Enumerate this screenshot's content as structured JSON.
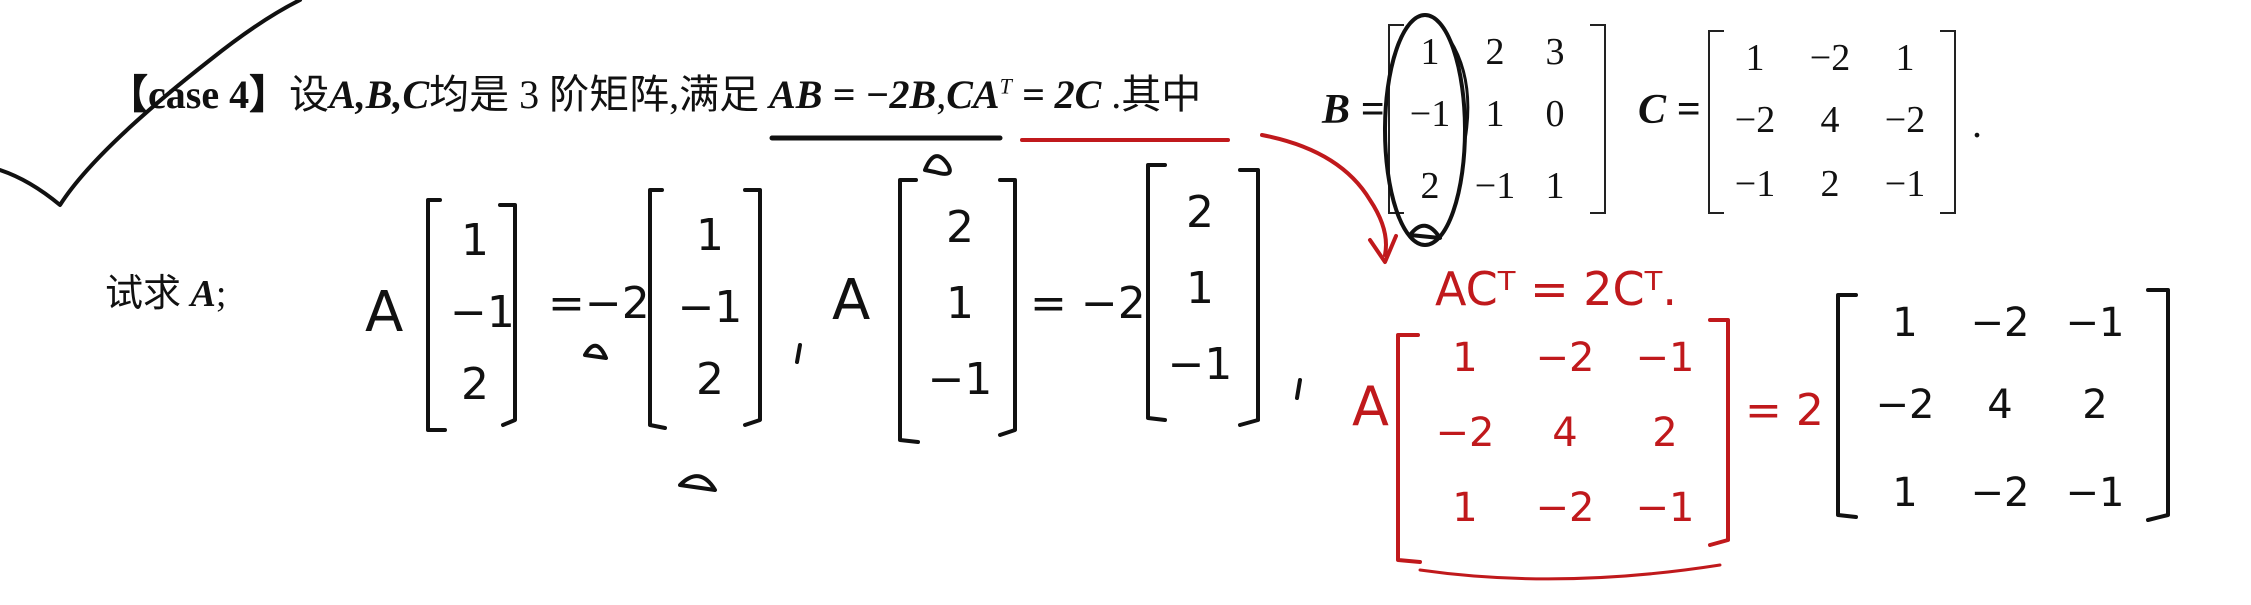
{
  "problem": {
    "case_label": "【case 4】",
    "intro": "设",
    "vars": "A,B,C",
    "text1": "均是 3 阶矩阵,满足",
    "eq1": "AB = −2B",
    "comma": ",",
    "eq2_lhs": "CA",
    "eq2_sup": "T",
    "eq2_rhs": " = 2C",
    "text2": ".其中",
    "find": "试求",
    "find_var": "A",
    "find_end": ";"
  },
  "matrix_B": {
    "label": "B =",
    "rows": [
      [
        "1",
        "2",
        "3"
      ],
      [
        "−1",
        "1",
        "0"
      ],
      [
        "2",
        "−1",
        "1"
      ]
    ]
  },
  "matrix_C": {
    "label": "C =",
    "rows": [
      [
        "1",
        "−2",
        "1"
      ],
      [
        "−2",
        "4",
        "−2"
      ],
      [
        "−1",
        "2",
        "−1"
      ]
    ],
    "trail": "."
  },
  "handwritten": {
    "eq_a": {
      "lhs_A": "A",
      "vec": [
        "1",
        "−1",
        "2"
      ],
      "mid": "=−2",
      "rvec": [
        "1",
        "−1",
        "2"
      ]
    },
    "eq_b": {
      "lhs_A": "A",
      "vec": [
        "2",
        "1",
        "−1"
      ],
      "mid": "= −2",
      "rvec": [
        "2",
        "1",
        "−1"
      ]
    },
    "red_title": "ACᵀ = 2Cᵀ.",
    "red_A": "A",
    "red_mat": [
      [
        "1",
        "−2",
        "−1"
      ],
      [
        "−2",
        "4",
        "2"
      ],
      [
        "1",
        "−2",
        "−1"
      ]
    ],
    "red_eq": "= 2",
    "black_mat": [
      [
        "1",
        "−2",
        "−1"
      ],
      [
        "−2",
        "4",
        "2"
      ],
      [
        "1",
        "−2",
        "−1"
      ]
    ]
  },
  "ink_colors": {
    "black": "#111111",
    "red": "#c0191c"
  }
}
